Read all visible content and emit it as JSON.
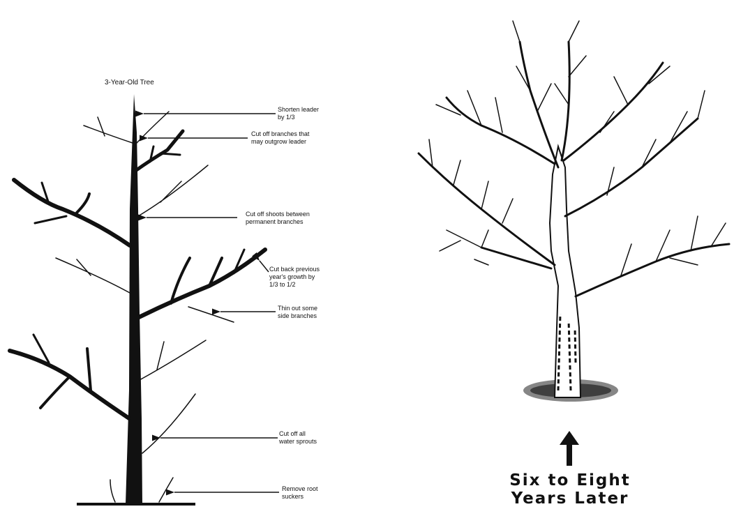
{
  "young_tree": {
    "title": "3-Year-Old Tree",
    "annotations": [
      {
        "id": "shorten-leader",
        "lines": [
          "Shorten leader",
          "by 1/3"
        ]
      },
      {
        "id": "cut-outgrow",
        "lines": [
          "Cut off branches that",
          "may outgrow leader"
        ]
      },
      {
        "id": "cut-shoots",
        "lines": [
          "Cut off shoots between",
          "permanent branches"
        ]
      },
      {
        "id": "cut-back",
        "lines": [
          "Cut back previous",
          "year's growth by",
          "1/3 to 1/2"
        ]
      },
      {
        "id": "thin-out",
        "lines": [
          "Thin out some",
          "side branches"
        ]
      },
      {
        "id": "water-sprouts",
        "lines": [
          "Cut off all",
          "water sprouts"
        ]
      },
      {
        "id": "root-suckers",
        "lines": [
          "Remove root",
          "suckers"
        ]
      }
    ]
  },
  "mature_tree": {
    "caption_line1": "Six to Eight",
    "caption_line2": "Years Later"
  },
  "colors": {
    "ink": "#111111",
    "background": "#ffffff"
  }
}
